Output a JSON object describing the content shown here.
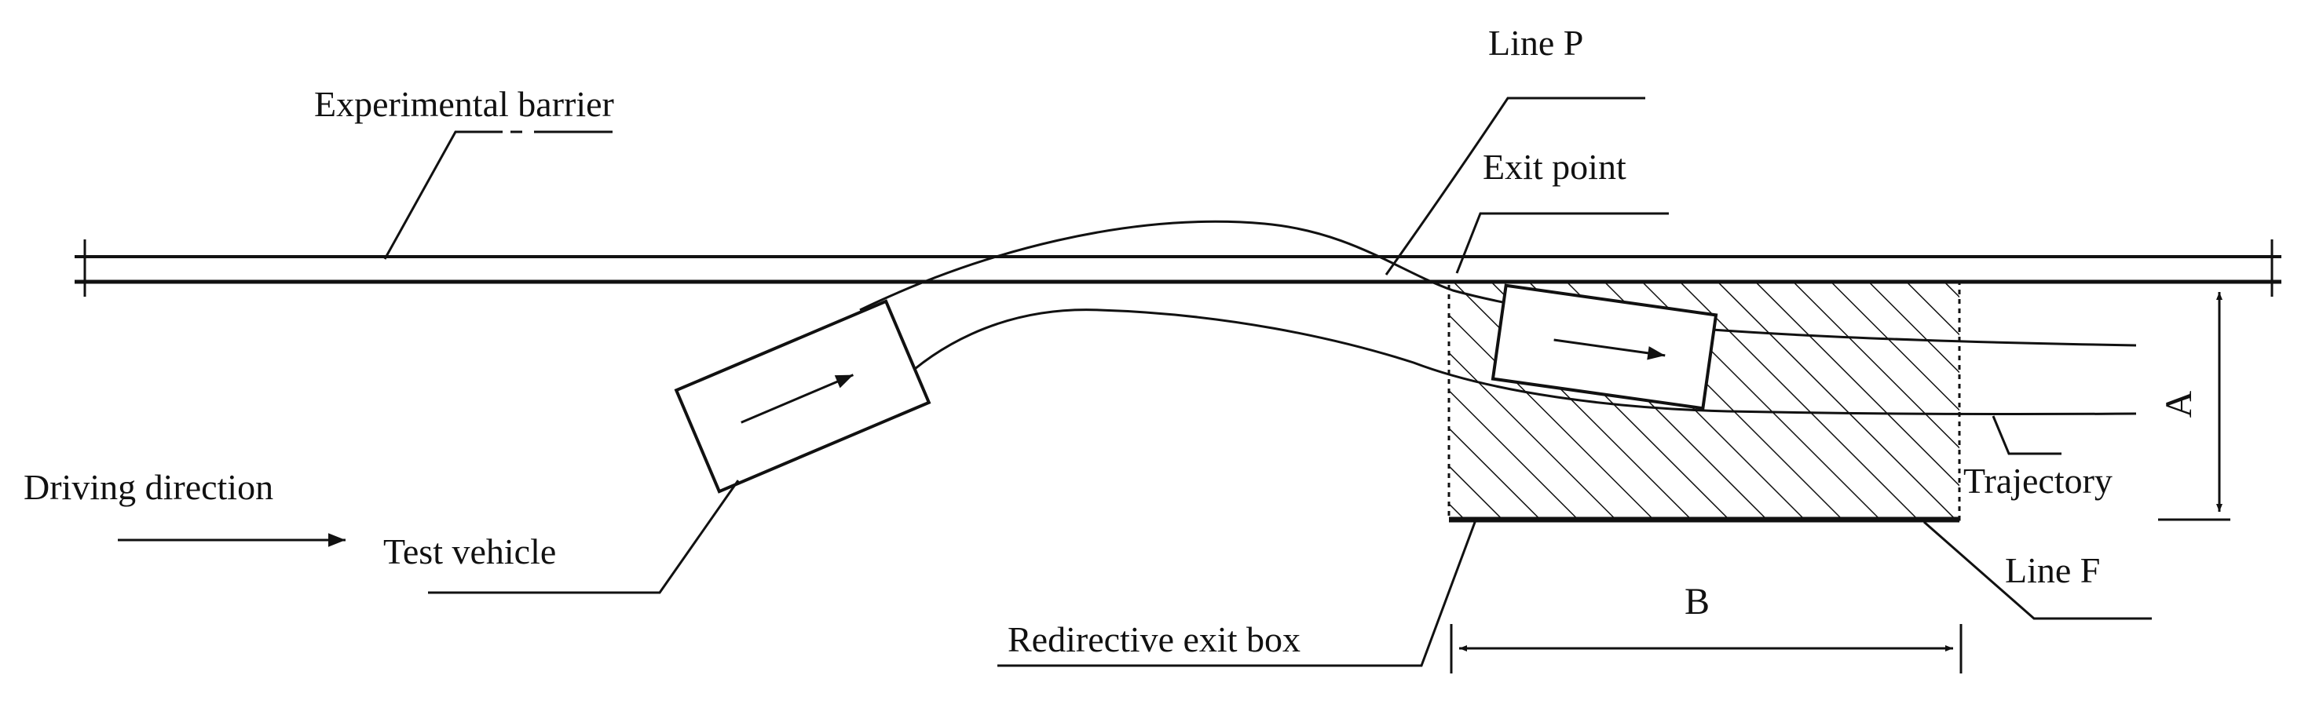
{
  "labels": {
    "experimental_barrier": "Experimental barrier",
    "line_p": "Line P",
    "exit_point": "Exit point",
    "driving_direction": "Driving direction",
    "test_vehicle": "Test vehicle",
    "redirective_exit_box": "Redirective exit box",
    "dimension_a": "A",
    "dimension_b": "B",
    "trajectory": "Trajectory",
    "line_f": "Line F"
  },
  "colors": {
    "ink": "#111111",
    "background": "#ffffff"
  }
}
